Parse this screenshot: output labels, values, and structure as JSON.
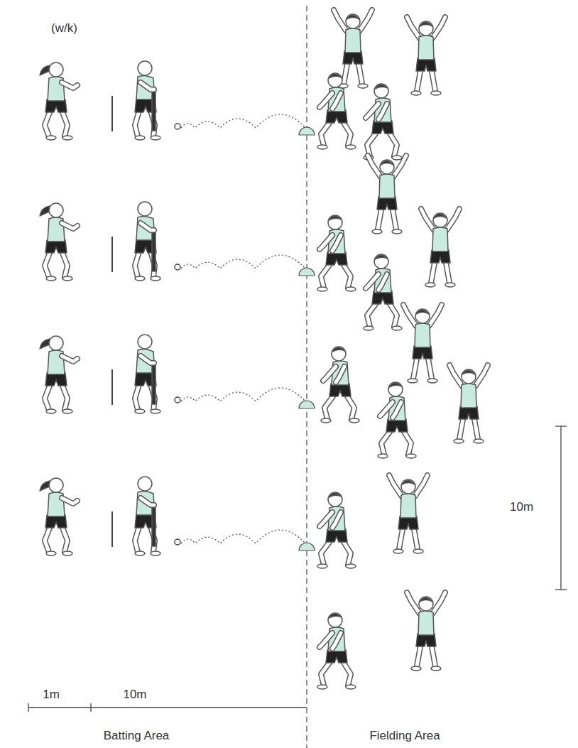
{
  "diagram": {
    "labels": [
      "(w/k)",
      "10m",
      "1m",
      "10m",
      "Batting Area",
      "Fielding Area"
    ]
  }
}
